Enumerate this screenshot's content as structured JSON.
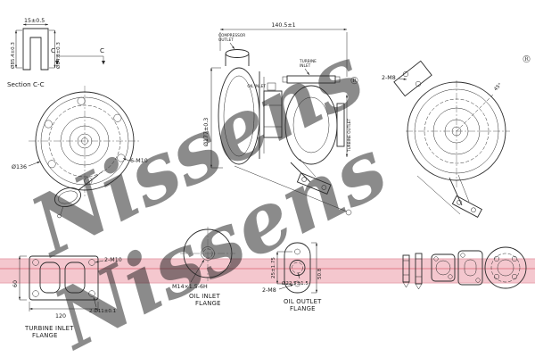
{
  "brand": {
    "watermark": "Nissens",
    "registered": "®"
  },
  "colors": {
    "watermark": "#c2cedf",
    "band": "#f4c7ce",
    "band_stripe": "#e58a96"
  },
  "section_cc": {
    "dim_width": "15±0.5",
    "dim_outer": "Ø85.4±0.3",
    "dim_inner": "Ø84.8±0.3",
    "title": "Section C-C",
    "cut_letter": "C"
  },
  "compressor_view": {
    "dim_diameter": "Ø136",
    "dim_bolts": "6-M10"
  },
  "side_view": {
    "dim_length": "140.5±1",
    "dim_inlet_diameter": "Ø177±0.3",
    "compressor_outlet_line1": "COMPRESSOR",
    "compressor_outlet_line2": "OUTLET",
    "turbine_inlet_line1": "TURBINE",
    "turbine_inlet_line2": "INLET",
    "oil_inlet": "OIL INLET",
    "turbine_outlet": "TURBINE OUTLET"
  },
  "turbine_view": {
    "dim_bolts": "2-M8",
    "dim_angle": "45°"
  },
  "turbine_inlet_flange": {
    "dim_bolts": "2-M10",
    "dim_height": "60",
    "dim_width": "120",
    "dim_holes": "2-Ø11±0.1",
    "label_line1": "TURBINE INLET",
    "label_line2": "FLANGE"
  },
  "oil_inlet_flange": {
    "dim_thread": "M14×1.5-6H",
    "label_line1": "OIL INLET",
    "label_line2": "FLANGE"
  },
  "oil_outlet_flange": {
    "dim_spacing": "25±1.75",
    "dim_length": "50.8",
    "dim_bolts": "2-M8",
    "dim_bore": "Ø22.5±1.5",
    "label_line1": "OIL OUTLET",
    "label_line2": "FLANGE"
  }
}
